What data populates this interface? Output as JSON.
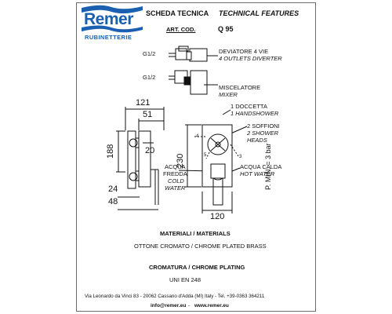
{
  "brand": {
    "name": "Remer",
    "sub": "RUBINETTERIE",
    "color": "#1a5fb0"
  },
  "header": {
    "scheda_it": "SCHEDA TECNICA",
    "scheda_en": "TECHNICAL FEATURES",
    "art_label": "ART. COD.",
    "art_code": "Q 95"
  },
  "callouts": {
    "g_top": "G1/2",
    "g_bottom": "G1/2",
    "diverter_it": "DEVIATORE 4 VIE",
    "diverter_en": "4 OUTLETS DIVERTER",
    "mixer_it": "MISCELATORE",
    "mixer_en": "MIXER",
    "doccetta_it": "1 DOCCETTA",
    "doccetta_en": "1 HANDSHOWER",
    "soffioni_it": "2 SOFFIONI",
    "soffioni_en1": "2 SHOWER",
    "soffioni_en2": "HEADS",
    "fredda_1": "ACQUA",
    "fredda_2": "FREDDA",
    "fredda_3": "COLD",
    "fredda_4": "WATER",
    "calda_it": "ACQUA CALDA",
    "calda_en": "HOT WATER",
    "pressure": "P. MIN. = 3 bar",
    "n4": "4",
    "n5": "5",
    "n3": "3"
  },
  "dimensions": {
    "d121": "121",
    "d51": "51",
    "d188": "188",
    "d20": "20",
    "d230": "230",
    "d24": "24",
    "d48": "48",
    "d120": "120"
  },
  "materials": {
    "title": "MATERIALI / MATERIALS",
    "body": "OTTONE CROMATO / CHROME PLATED BRASS",
    "plating_title": "CROMATURA / CHROME PLATING",
    "standard": "UNI EN 248"
  },
  "footer": {
    "address": "Via Leonardo da Vinci 83 - 20062 Cassano d'Adda (MI) Italy - Tel. +39-0363 364211",
    "email": "info@remer.eu",
    "web": "www.remer.eu"
  }
}
